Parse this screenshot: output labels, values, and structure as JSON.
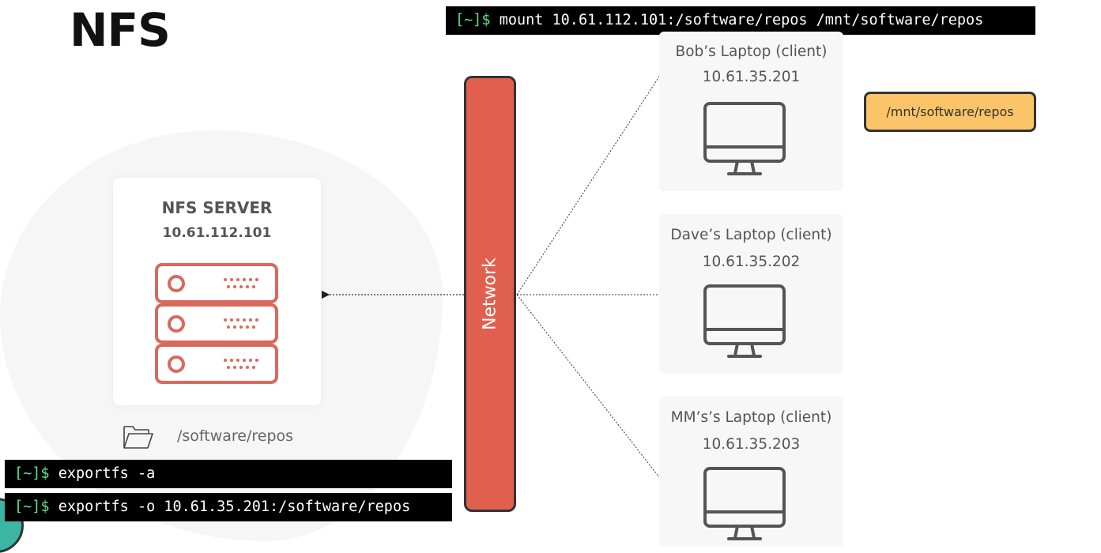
{
  "title": "NFS",
  "commands": {
    "mount": {
      "prompt": "[~]$",
      "text": " mount 10.61.112.101:/software/repos /mnt/software/repos"
    },
    "exportfs_a": {
      "prompt": "[~]$",
      "text": " exportfs -a"
    },
    "exportfs_o": {
      "prompt": "[~]$",
      "text": " exportfs -o 10.61.35.201:/software/repos"
    }
  },
  "server": {
    "title": "NFS SERVER",
    "ip": "10.61.112.101",
    "icon": "server-rack-icon"
  },
  "shared_folder": {
    "icon": "folder-icon",
    "path": "/software/repos"
  },
  "network": {
    "label": "Network"
  },
  "clients": [
    {
      "name": "Bob’s Laptop (client)",
      "ip": "10.61.35.201",
      "icon": "monitor-icon"
    },
    {
      "name": "Dave’s Laptop (client)",
      "ip": "10.61.35.202",
      "icon": "monitor-icon"
    },
    {
      "name": "MM’s’s Laptop (client)",
      "ip": "10.61.35.203",
      "icon": "monitor-icon"
    }
  ],
  "mount_point": "/mnt/software/repos",
  "colors": {
    "network": "#e06050",
    "server_icon": "#d9695c",
    "mount_box": "#fcc468",
    "prompt": "#57e389",
    "terminal_bg": "#000000"
  }
}
